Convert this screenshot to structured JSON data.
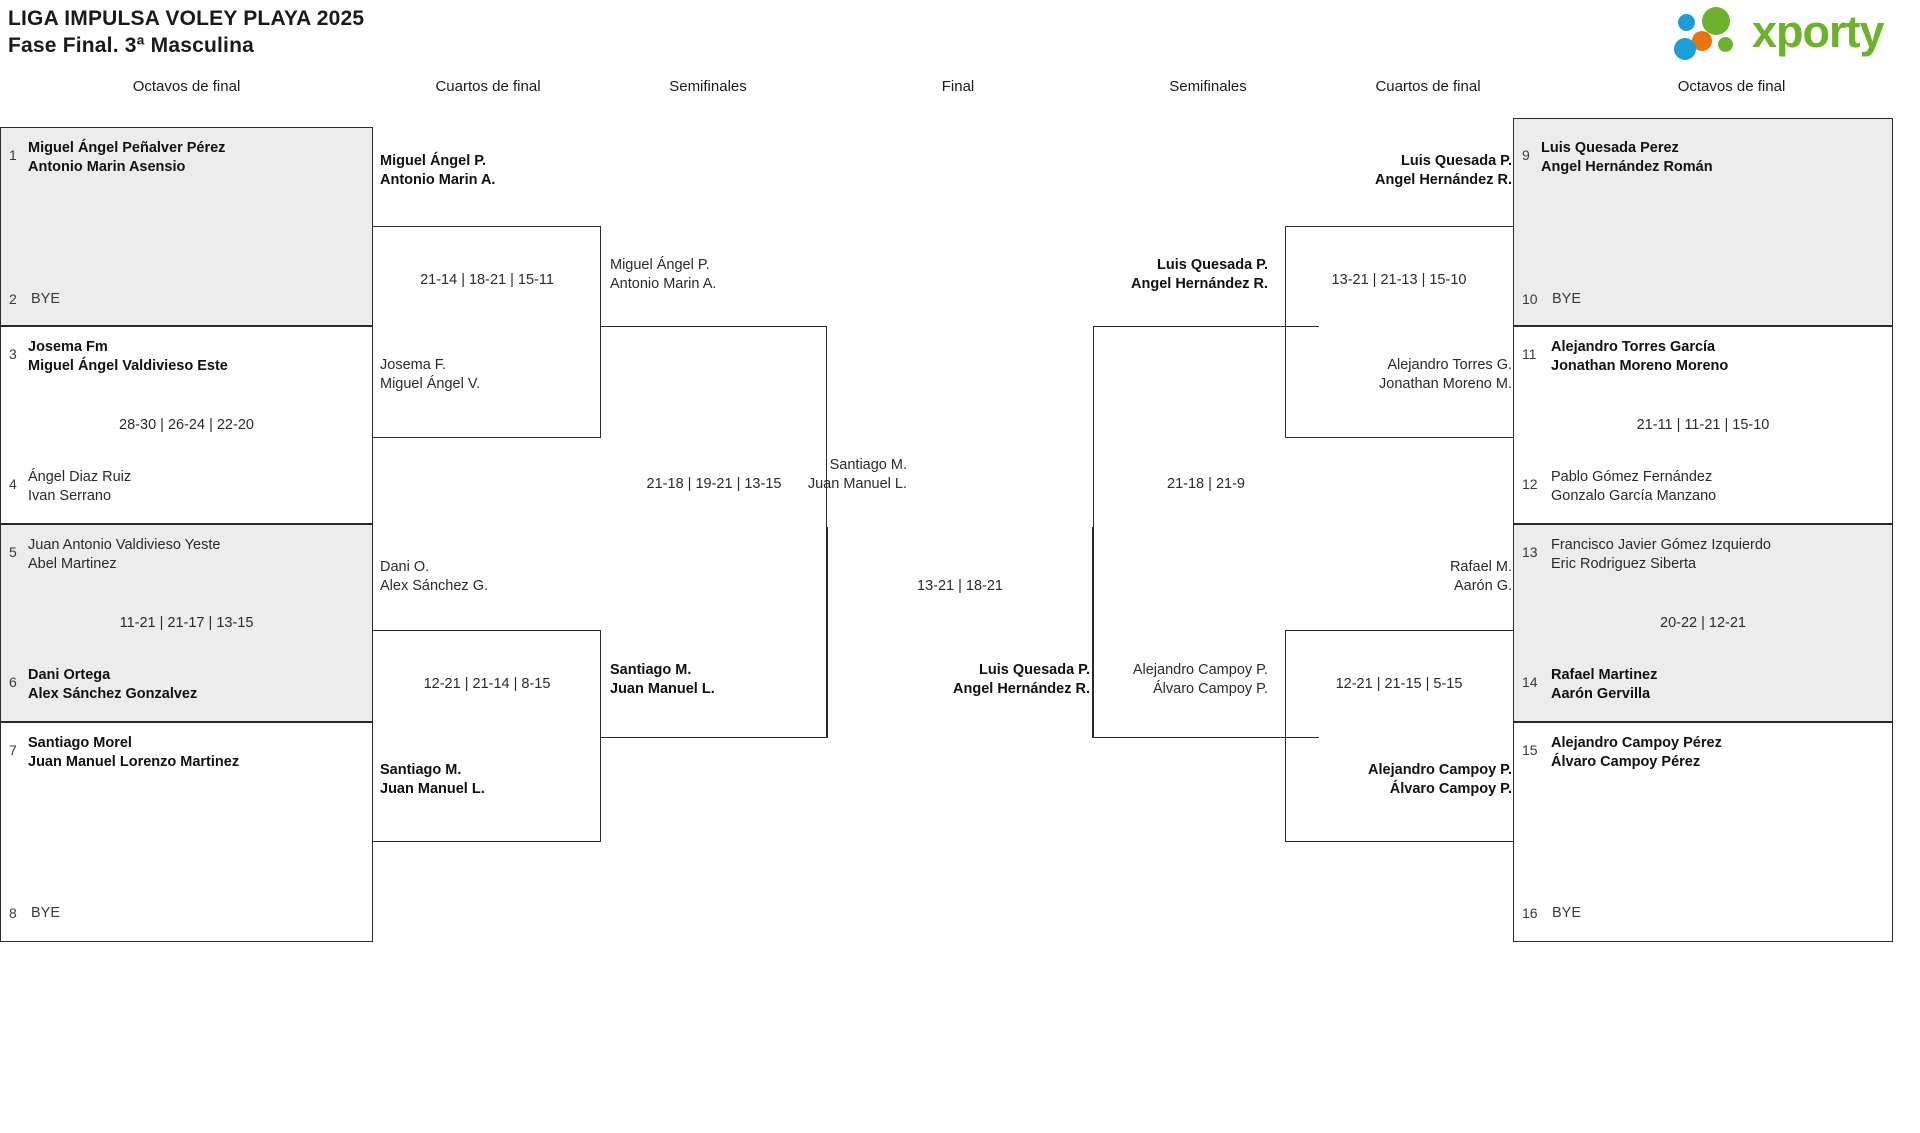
{
  "header": {
    "title_line1": "LIGA IMPULSA VOLEY PLAYA 2025",
    "title_line2": "Fase Final. 3ª Masculina",
    "brand": "xporty",
    "brand_color": "#6cb32b",
    "dot_colors": [
      "#1a9fd9",
      "#e8750a",
      "#6cb32b"
    ]
  },
  "round_labels": {
    "left_r16": "Octavos de final",
    "left_qf": "Cuartos de final",
    "left_sf": "Semifinales",
    "final": "Final",
    "right_sf": "Semifinales",
    "right_qf": "Cuartos de final",
    "right_r16": "Octavos de final"
  },
  "bye_label": "BYE",
  "left": {
    "r16": [
      {
        "seed": "1",
        "p1": "Miguel Ángel Peñalver Pérez",
        "p2": "Antonio Marin Asensio",
        "winner": true
      },
      {
        "seed": "2",
        "bye": true
      },
      {
        "seed": "3",
        "p1": "Josema Fm",
        "p2": "Miguel Ángel Valdivieso Este",
        "winner": true
      },
      {
        "seed": "4",
        "p1": "Ángel Diaz Ruiz",
        "p2": "Ivan Serrano",
        "winner": false
      },
      {
        "seed": "5",
        "p1": "Juan Antonio Valdivieso Yeste",
        "p2": "Abel Martinez",
        "winner": false
      },
      {
        "seed": "6",
        "p1": "Dani Ortega",
        "p2": "Alex Sánchez Gonzalvez",
        "winner": true
      },
      {
        "seed": "7",
        "p1": "Santiago Morel",
        "p2": "Juan Manuel Lorenzo Martinez",
        "winner": true
      },
      {
        "seed": "8",
        "bye": true
      }
    ],
    "r16_scores": [
      "",
      "28-30 | 26-24 | 22-20",
      "11-21 | 21-17 | 13-15",
      ""
    ],
    "qf": [
      {
        "p1": "Miguel Ángel P.",
        "p2": "Antonio Marin A.",
        "winner": true
      },
      {
        "p1": "Josema F.",
        "p2": "Miguel Ángel V.",
        "winner": false
      },
      {
        "p1": "Dani O.",
        "p2": "Alex Sánchez G.",
        "winner": false
      },
      {
        "p1": "Santiago M.",
        "p2": "Juan Manuel L.",
        "winner": true
      }
    ],
    "qf_scores": [
      "21-14 | 18-21 | 15-11",
      "12-21 | 21-14 | 8-15"
    ],
    "sf": [
      {
        "p1": "Miguel Ángel P.",
        "p2": "Antonio Marin A.",
        "winner": false
      },
      {
        "p1": "Santiago M.",
        "p2": "Juan Manuel L.",
        "winner": true
      }
    ],
    "sf_score": "21-18 | 19-21 | 13-15"
  },
  "final": {
    "left_team": {
      "p1": "Santiago M.",
      "p2": "Juan Manuel L.",
      "winner": false
    },
    "right_team": {
      "p1": "Luis Quesada P.",
      "p2": "Angel Hernández R.",
      "winner": true
    },
    "score": "13-21 | 18-21"
  },
  "right": {
    "r16": [
      {
        "seed": "9",
        "p1": "Luis Quesada Perez",
        "p2": "Angel Hernández Román",
        "winner": true
      },
      {
        "seed": "10",
        "bye": true
      },
      {
        "seed": "11",
        "p1": "Alejandro Torres García",
        "p2": "Jonathan Moreno Moreno",
        "winner": true
      },
      {
        "seed": "12",
        "p1": "Pablo Gómez Fernández",
        "p2": "Gonzalo García Manzano",
        "winner": false
      },
      {
        "seed": "13",
        "p1": "Francisco Javier Gómez Izquierdo",
        "p2": "Eric Rodriguez Siberta",
        "winner": false
      },
      {
        "seed": "14",
        "p1": "Rafael Martinez",
        "p2": "Aarón Gervilla",
        "winner": true
      },
      {
        "seed": "15",
        "p1": "Alejandro Campoy Pérez",
        "p2": "Álvaro Campoy Pérez",
        "winner": true
      },
      {
        "seed": "16",
        "bye": true
      }
    ],
    "r16_scores": [
      "",
      "21-11 | 11-21 | 15-10",
      "20-22 | 12-21",
      ""
    ],
    "qf": [
      {
        "p1": "Luis Quesada P.",
        "p2": "Angel Hernández R.",
        "winner": true
      },
      {
        "p1": "Alejandro Torres G.",
        "p2": "Jonathan Moreno M.",
        "winner": false
      },
      {
        "p1": "Rafael M.",
        "p2": "Aarón G.",
        "winner": false
      },
      {
        "p1": "Alejandro Campoy P.",
        "p2": "Álvaro Campoy P.",
        "winner": true
      }
    ],
    "qf_scores": [
      "13-21 | 21-13 | 15-10",
      "12-21 | 21-15 | 5-15"
    ],
    "sf": [
      {
        "p1": "Luis Quesada P.",
        "p2": "Angel Hernández R.",
        "winner": true
      },
      {
        "p1": "Alejandro Campoy P.",
        "p2": "Álvaro Campoy P.",
        "winner": false
      }
    ],
    "sf_score": "21-18 | 21-9"
  }
}
